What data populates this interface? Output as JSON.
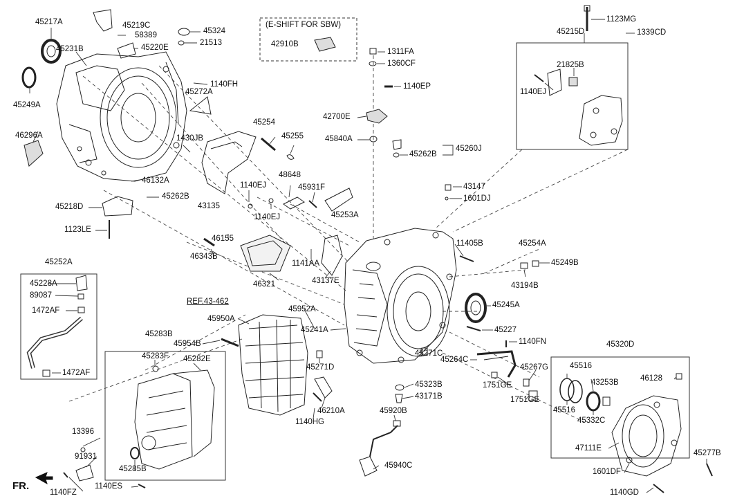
{
  "labels": {
    "l45217A": "45217A",
    "l45219C": "45219C",
    "l58389": "58389",
    "l45220E": "45220E",
    "l45324": "45324",
    "l21513": "21513",
    "l45231B": "45231B",
    "l45249A": "45249A",
    "l46296A": "46296A",
    "l1140FH": "1140FH",
    "l45272A": "45272A",
    "l1430JB": "1430JB",
    "l46132A": "46132A",
    "l45262B_a": "45262B",
    "l45218D": "45218D",
    "l1123LE": "1123LE",
    "l45254": "45254",
    "l45255": "45255",
    "l43135": "43135",
    "l1140EJ_a": "1140EJ",
    "l48648": "48648",
    "l45931F": "45931F",
    "l1140EJ_b": "1140EJ",
    "l45253A": "45253A",
    "l1311FA": "1311FA",
    "l1360CF": "1360CF",
    "l1140EP": "1140EP",
    "l42700E": "42700E",
    "l45840A": "45840A",
    "l45260J": "45260J",
    "l45262B_b": "45262B",
    "l43147": "43147",
    "l1601DJ": "1601DJ",
    "l1123MG": "1123MG",
    "l45215D": "45215D",
    "l1339CD": "1339CD",
    "l21825B": "21825B",
    "l1140EJ_c": "1140EJ",
    "l46155": "46155",
    "l46343B": "46343B",
    "l46321": "46321",
    "l1141AA": "1141AA",
    "l43137E": "43137E",
    "l11405B": "11405B",
    "l45254A": "45254A",
    "l45249B": "45249B",
    "l43194B": "43194B",
    "l45245A": "45245A",
    "l45227": "45227",
    "l1140FN": "1140FN",
    "l45252A": "45252A",
    "l45228A": "45228A",
    "l89087": "89087",
    "l1472AF_a": "1472AF",
    "l1472AF_b": "1472AF",
    "l45952A": "45952A",
    "l45950A": "45950A",
    "l45954B": "45954B",
    "l45241A": "45241A",
    "l45283B": "45283B",
    "l45283F": "45283F",
    "l45282E": "45282E",
    "l45271D": "45271D",
    "l45271C": "45271C",
    "l45323B": "45323B",
    "l43171B": "43171B",
    "l46210A": "46210A",
    "l1140HG": "1140HG",
    "l45920B": "45920B",
    "l45940C": "45940C",
    "l45264C": "45264C",
    "l1751GE_a": "1751GE",
    "l1751GE_b": "1751GE",
    "l45267G": "45267G",
    "l45320D": "45320D",
    "l45516_a": "45516",
    "l45516_b": "45516",
    "l43253B": "43253B",
    "l46128": "46128",
    "l45332C": "45332C",
    "l47111E": "47111E",
    "l1601DF": "1601DF",
    "l45277B": "45277B",
    "l1140GD": "1140GD",
    "l13396": "13396",
    "l91931": "91931",
    "l45285B": "45285B",
    "l1140FZ": "1140FZ",
    "l1140ES": "1140ES"
  },
  "eshift": {
    "title": "(E-SHIFT FOR SBW)",
    "part": "42910B"
  },
  "ref": "REF.43-462",
  "fr": "FR."
}
